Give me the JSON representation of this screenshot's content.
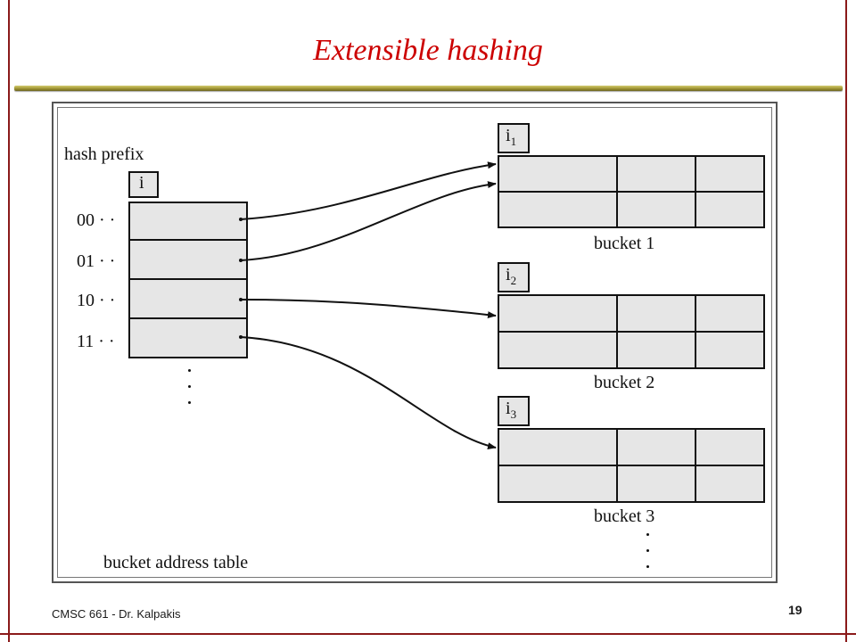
{
  "slide": {
    "title": "Extensible hashing",
    "footer_left": "CMSC 661  - Dr. Kalpakis",
    "page_number": "19"
  },
  "figure": {
    "hash_prefix_label": "hash prefix",
    "global_depth_label": "i",
    "directory_entries": [
      "00 · ·",
      "01 · ·",
      "10 · ·",
      "11 · ·"
    ],
    "table_caption": "bucket address table",
    "buckets": [
      {
        "name": "bucket 1",
        "depth_var": "i",
        "depth_sub": "1"
      },
      {
        "name": "bucket 2",
        "depth_var": "i",
        "depth_sub": "2"
      },
      {
        "name": "bucket 3",
        "depth_var": "i",
        "depth_sub": "3"
      }
    ],
    "pointers": [
      {
        "from_entry": "00 · ·",
        "to_bucket": "bucket 1"
      },
      {
        "from_entry": "01 · ·",
        "to_bucket": "bucket 1"
      },
      {
        "from_entry": "10 · ·",
        "to_bucket": "bucket 2"
      },
      {
        "from_entry": "11 · ·",
        "to_bucket": "bucket 3"
      }
    ]
  },
  "colors": {
    "title": "#cc0000",
    "frame": "#8b1a1a",
    "cell_fill": "#e6e6e6",
    "rule": "#9c9130"
  }
}
